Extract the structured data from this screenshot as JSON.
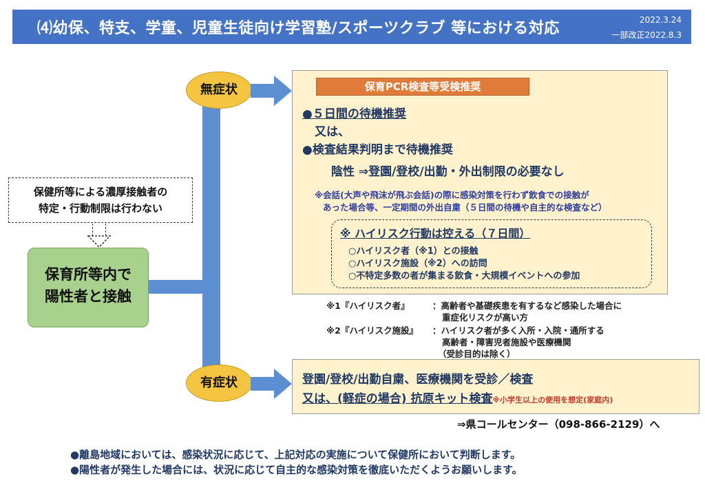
{
  "header": {
    "title": "⑷幼保、特支、学童、児童生徒向け学習塾/スポーツクラブ 等における対応",
    "date": "2022.3.24",
    "revised": "一部改正2022.8.3"
  },
  "left": {
    "dashed_note_line1": "保健所等による濃厚接触者の",
    "dashed_note_line2": "特定・行動制限は行わない",
    "case_line1": "保育所等内で",
    "case_line2": "陽性者と接触"
  },
  "asymptomatic": {
    "label": "無症状",
    "recommend_label": "保育PCR検査等受検推奨",
    "line1": "●５日間の待機推奨",
    "line2": "又は、",
    "line3": "●検査結果判明まで待機推奨",
    "line4": "陰性 ⇒登園/登校/出勤・外出制限の必要なし",
    "note1": "※会話(大声や飛沫が飛ぶ会話)の際に感染対策を行わず飲食での接触が",
    "note2": "あった場合等、一定期間の外出自粛（５日間の待機や自主的な検査など）",
    "highrisk": {
      "title": "※ ハイリスク行動は控える（７日間）",
      "items": [
        "○ハイリスク者（※1）との接触",
        "○ハイリスク施設（※2）への訪問",
        "○不特定多数の者が集まる飲食・大規模イベントへの参加"
      ]
    }
  },
  "footnotes": {
    "fn1_key": "※1『ハイリスク者』",
    "fn1_line1": "：高齢者や基礎疾患を有するなど感染した場合に",
    "fn1_line2": "重症化リスクが高い方",
    "fn2_key": "※2『ハイリスク施設』",
    "fn2_line1": "：ハイリスク者が多く入所・入院・通所する",
    "fn2_line2": "高齢者・障害児者施設や医療機関",
    "fn2_line3": "（受診目的は除く）"
  },
  "symptomatic": {
    "label": "有症状",
    "line1": "登園/登校/出勤自粛、医療機関を受診／検査",
    "line2_main": "又は、(軽症の場合) 抗原キット検査",
    "line2_note": "※小学生以上の使用を想定(家庭内)",
    "call_center": "⇒県コールセンター（098-866-2129）へ"
  },
  "bottom_notes": [
    "●離島地域においては、感染状況に応じて、上記対応の実施について保健所において判断します。",
    "●陽性者が発生した場合には、状況に応じて自主的な感染対策を徹底いただくようお願いします。"
  ],
  "colors": {
    "header": "#4472c4",
    "connector": "#5b8fd1",
    "oval": "#f5c542",
    "green": "#a9d18e",
    "panel": "#fff2cc",
    "orange": "#e07b39",
    "text_blue": "#1f3864"
  }
}
